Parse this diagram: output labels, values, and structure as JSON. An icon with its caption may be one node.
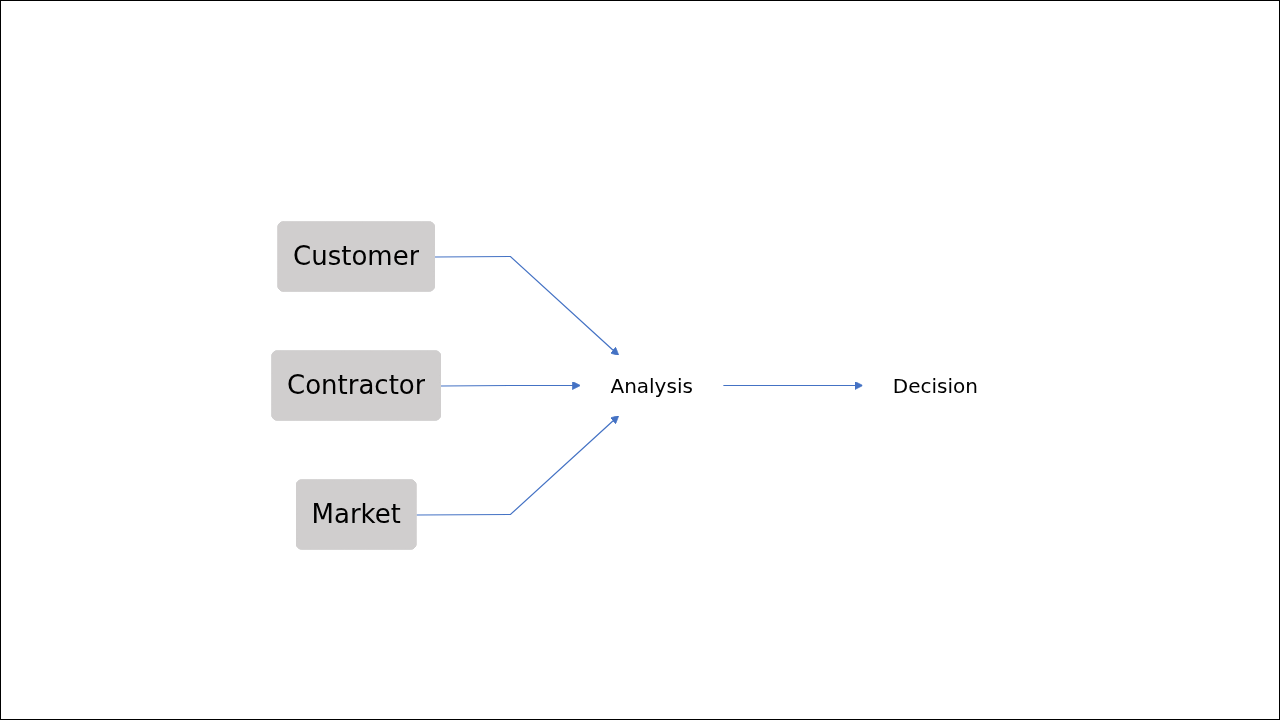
{
  "diagram": {
    "nodes": [
      {
        "text": [
          "Customer"
        ]
      },
      {
        "text": [
          "Contractor"
        ]
      },
      {
        "text": [
          "Market"
        ]
      },
      {
        "text": [
          "Analysis"
        ]
      },
      {
        "text": [
          "Decision"
        ]
      }
    ],
    "edges": [
      {
        "from": 0,
        "to": 3,
        "arrow": "to"
      },
      {
        "from": 1,
        "to": 3,
        "arrow": "to"
      },
      {
        "from": 2,
        "to": 3,
        "arrow": "to"
      },
      {
        "from": 3,
        "to": 4,
        "arrow": "to"
      }
    ]
  }
}
